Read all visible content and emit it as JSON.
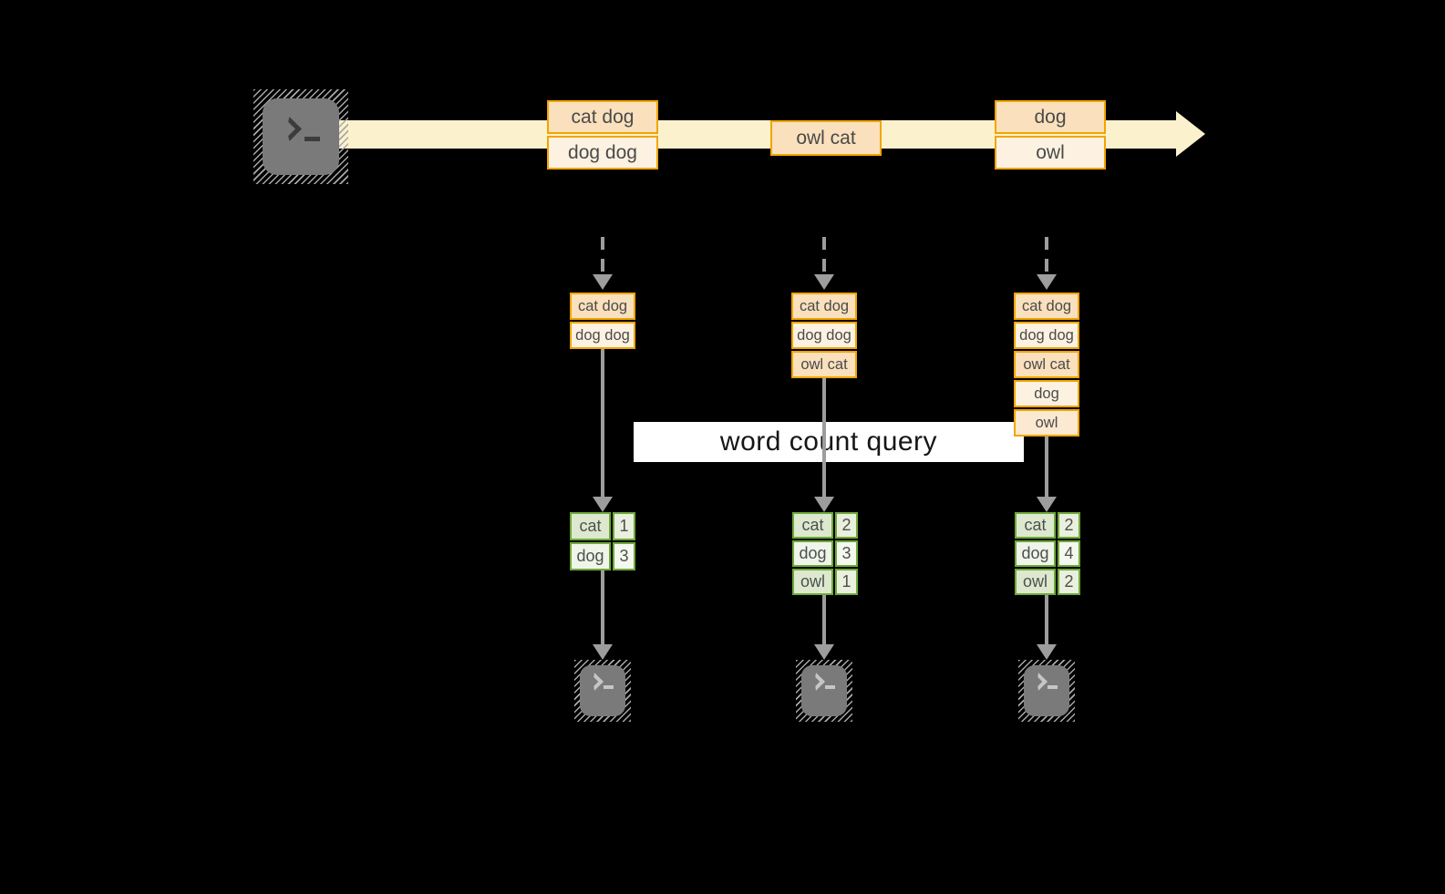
{
  "query_label": "word count query",
  "stream": {
    "source_icon": "terminal-icon",
    "batches": [
      [
        "cat dog",
        "dog dog"
      ],
      [
        "owl cat"
      ],
      [
        "dog",
        "owl"
      ]
    ]
  },
  "columns": [
    {
      "stack": [
        "cat dog",
        "dog dog"
      ],
      "counts": [
        {
          "word": "cat",
          "count": "1"
        },
        {
          "word": "dog",
          "count": "3"
        }
      ]
    },
    {
      "stack": [
        "cat dog",
        "dog dog",
        "owl cat"
      ],
      "counts": [
        {
          "word": "cat",
          "count": "2"
        },
        {
          "word": "dog",
          "count": "3"
        },
        {
          "word": "owl",
          "count": "1"
        }
      ]
    },
    {
      "stack": [
        "cat dog",
        "dog dog",
        "owl cat",
        "dog",
        "owl"
      ],
      "counts": [
        {
          "word": "cat",
          "count": "2"
        },
        {
          "word": "dog",
          "count": "4"
        },
        {
          "word": "owl",
          "count": "2"
        }
      ]
    }
  ],
  "colors": {
    "background": "#000000",
    "stream_band": "#fcf1cd",
    "box_border": "#f0a500",
    "box_fill_dark": "#fae0bc",
    "box_fill_light": "#fdf2e2",
    "table_border": "#70a83c",
    "arrow_gray": "#9d9d9d",
    "terminal_gray": "#7a7a7a",
    "label_background": "#ffffff"
  }
}
